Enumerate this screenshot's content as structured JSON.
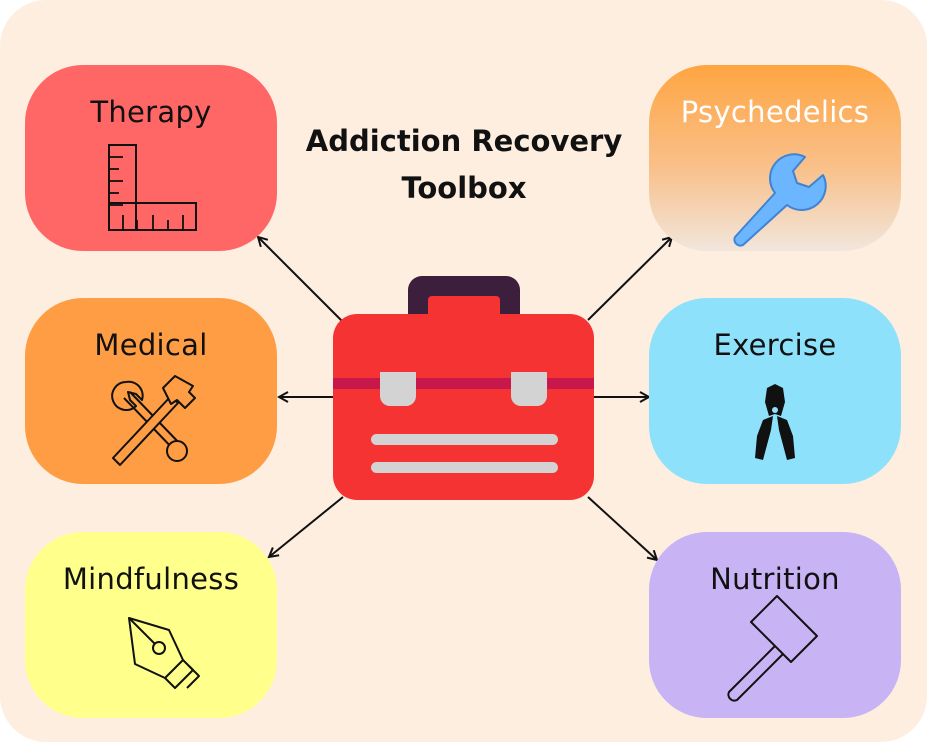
{
  "title": {
    "line1": "Addiction Recovery",
    "line2": "Toolbox"
  },
  "center": {
    "icon": "toolbox-icon",
    "color": "#f53333"
  },
  "cards": {
    "therapy": {
      "label": "Therapy",
      "icon": "square-ruler-icon",
      "color": "#ff6666"
    },
    "medical": {
      "label": "Medical",
      "icon": "wrench-hammer-icon",
      "color": "#ff9d45"
    },
    "mindfulness": {
      "label": "Mindfulness",
      "icon": "pen-nib-icon",
      "color": "#ffff8c"
    },
    "psychedelics": {
      "label": "Psychedelics",
      "icon": "wrench-icon",
      "color": "#ffa542"
    },
    "exercise": {
      "label": "Exercise",
      "icon": "pliers-icon",
      "color": "#8ee1fb"
    },
    "nutrition": {
      "label": "Nutrition",
      "icon": "mallet-icon",
      "color": "#c8b3f5"
    }
  }
}
